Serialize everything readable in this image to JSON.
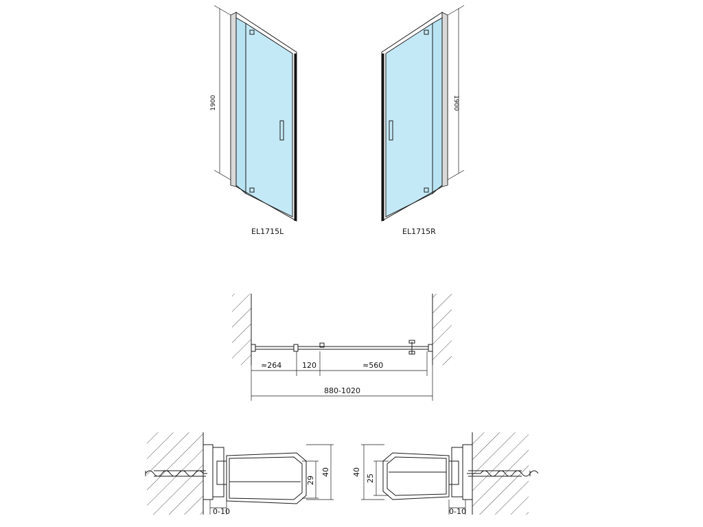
{
  "elevations": {
    "left_model": "EL1715L",
    "right_model": "EL1715R",
    "left_height": "1900",
    "right_height": "1900"
  },
  "plan": {
    "dim_fixed": "≈264",
    "dim_gap": "120",
    "dim_door": "≈560",
    "dim_total": "880-1020"
  },
  "section_left": {
    "dim_29": "29",
    "dim_40": "40",
    "dim_adjust": "0-10"
  },
  "section_right": {
    "dim_40": "40",
    "dim_25": "25",
    "dim_adjust": "0-10"
  }
}
